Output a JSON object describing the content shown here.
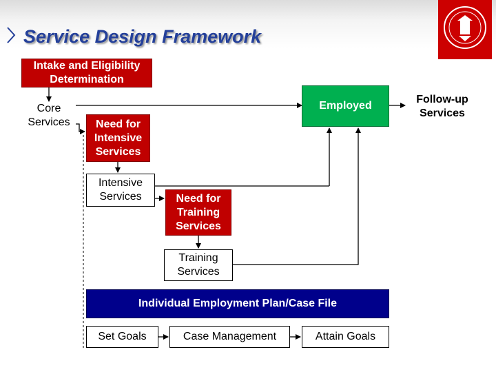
{
  "title": "Service Design Framework",
  "colors": {
    "title": "#24409a",
    "red": "#c00000",
    "green": "#00b050",
    "navy": "#00008b"
  },
  "icons": {
    "bullet": "chevron-right-icon",
    "seal": "department-seal-icon"
  },
  "boxes": {
    "intake": "Intake and Eligibility Determination",
    "core": "Core Services",
    "employed": "Employed",
    "need_intensive": "Need for Intensive Services",
    "intensive": "Intensive Services",
    "need_training": "Need for Training Services",
    "training": "Training Services",
    "iep": "Individual Employment Plan/Case File",
    "set_goals": "Set Goals",
    "case_mgmt": "Case Management",
    "attain_goals": "Attain Goals",
    "followup": "Follow-up Services"
  }
}
